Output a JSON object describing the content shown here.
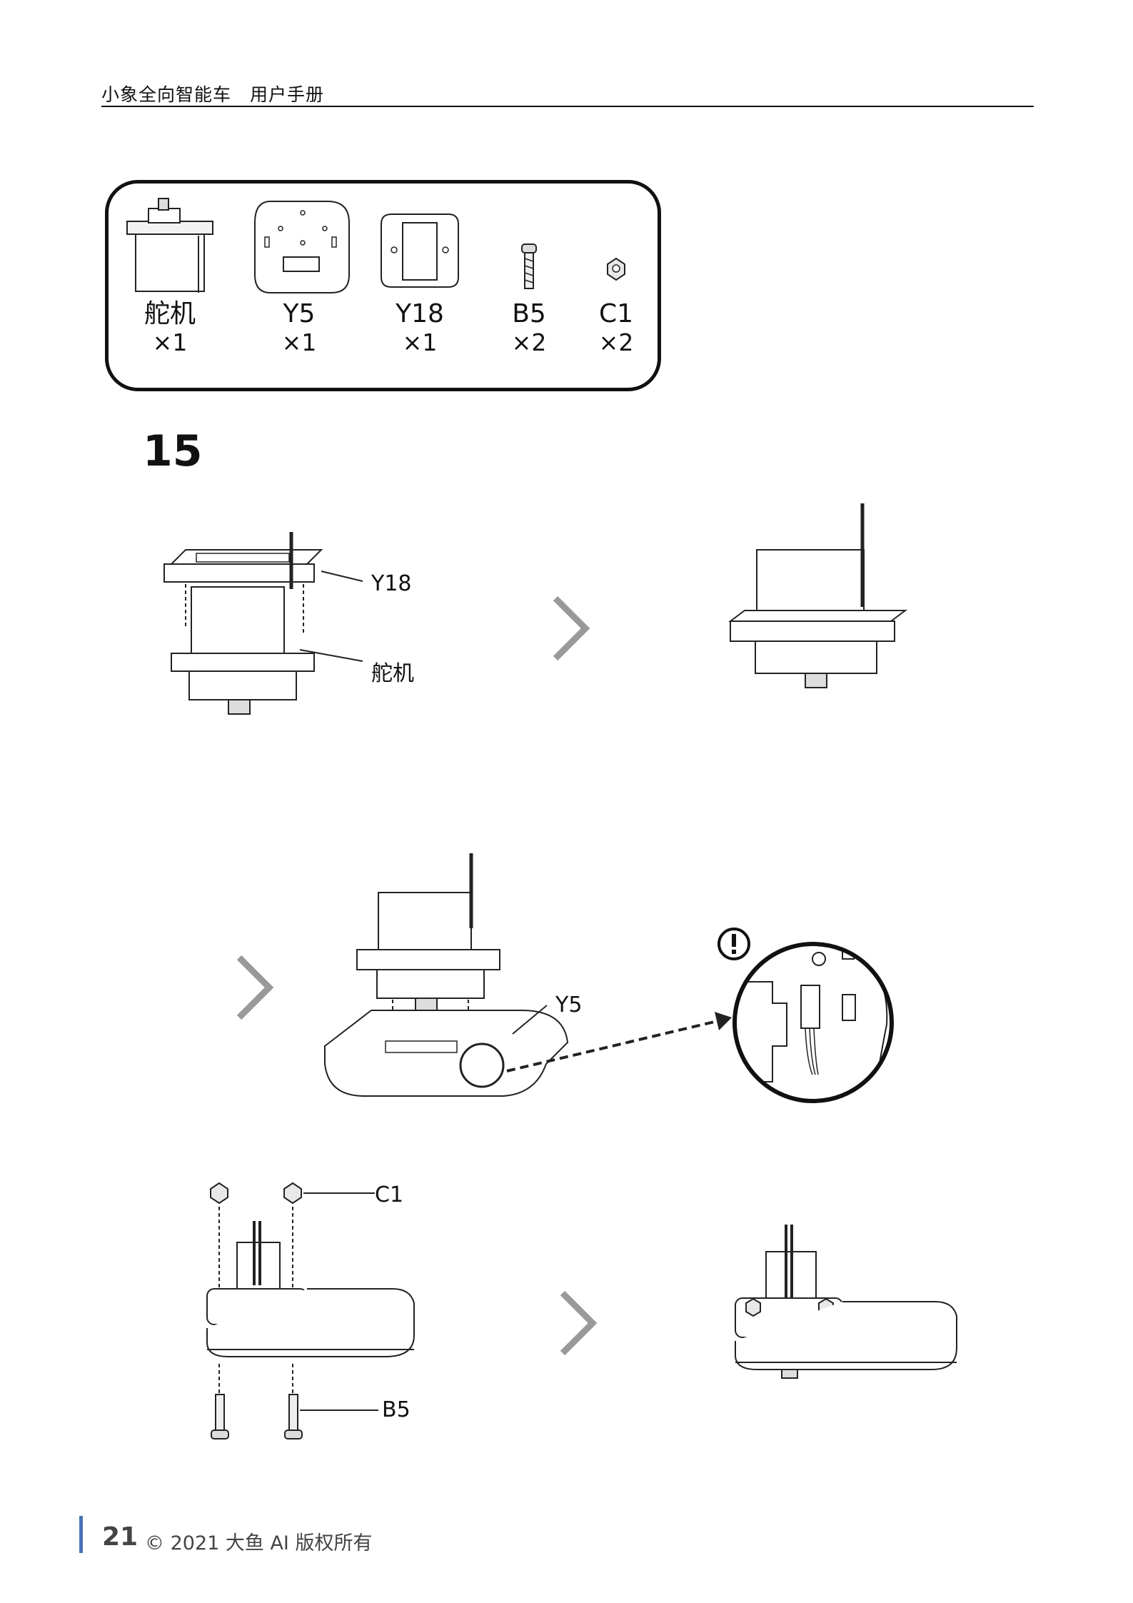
{
  "header": {
    "title": "小象全向智能车　用户手册"
  },
  "parts": [
    {
      "name": "舵机",
      "qty": "×1",
      "icon": "servo-icon"
    },
    {
      "name": "Y5",
      "qty": "×1",
      "icon": "plate-y5-icon"
    },
    {
      "name": "Y18",
      "qty": "×1",
      "icon": "frame-y18-icon"
    },
    {
      "name": "B5",
      "qty": "×2",
      "icon": "screw-b5-icon"
    },
    {
      "name": "C1",
      "qty": "×2",
      "icon": "nut-c1-icon"
    }
  ],
  "step": {
    "number": "15"
  },
  "callouts": {
    "y18": "Y18",
    "servo": "舵机",
    "y5": "Y5",
    "c1": "C1",
    "b5": "B5"
  },
  "footer": {
    "page": "21",
    "copyright": "© 2021 大鱼 AI 版权所有"
  }
}
